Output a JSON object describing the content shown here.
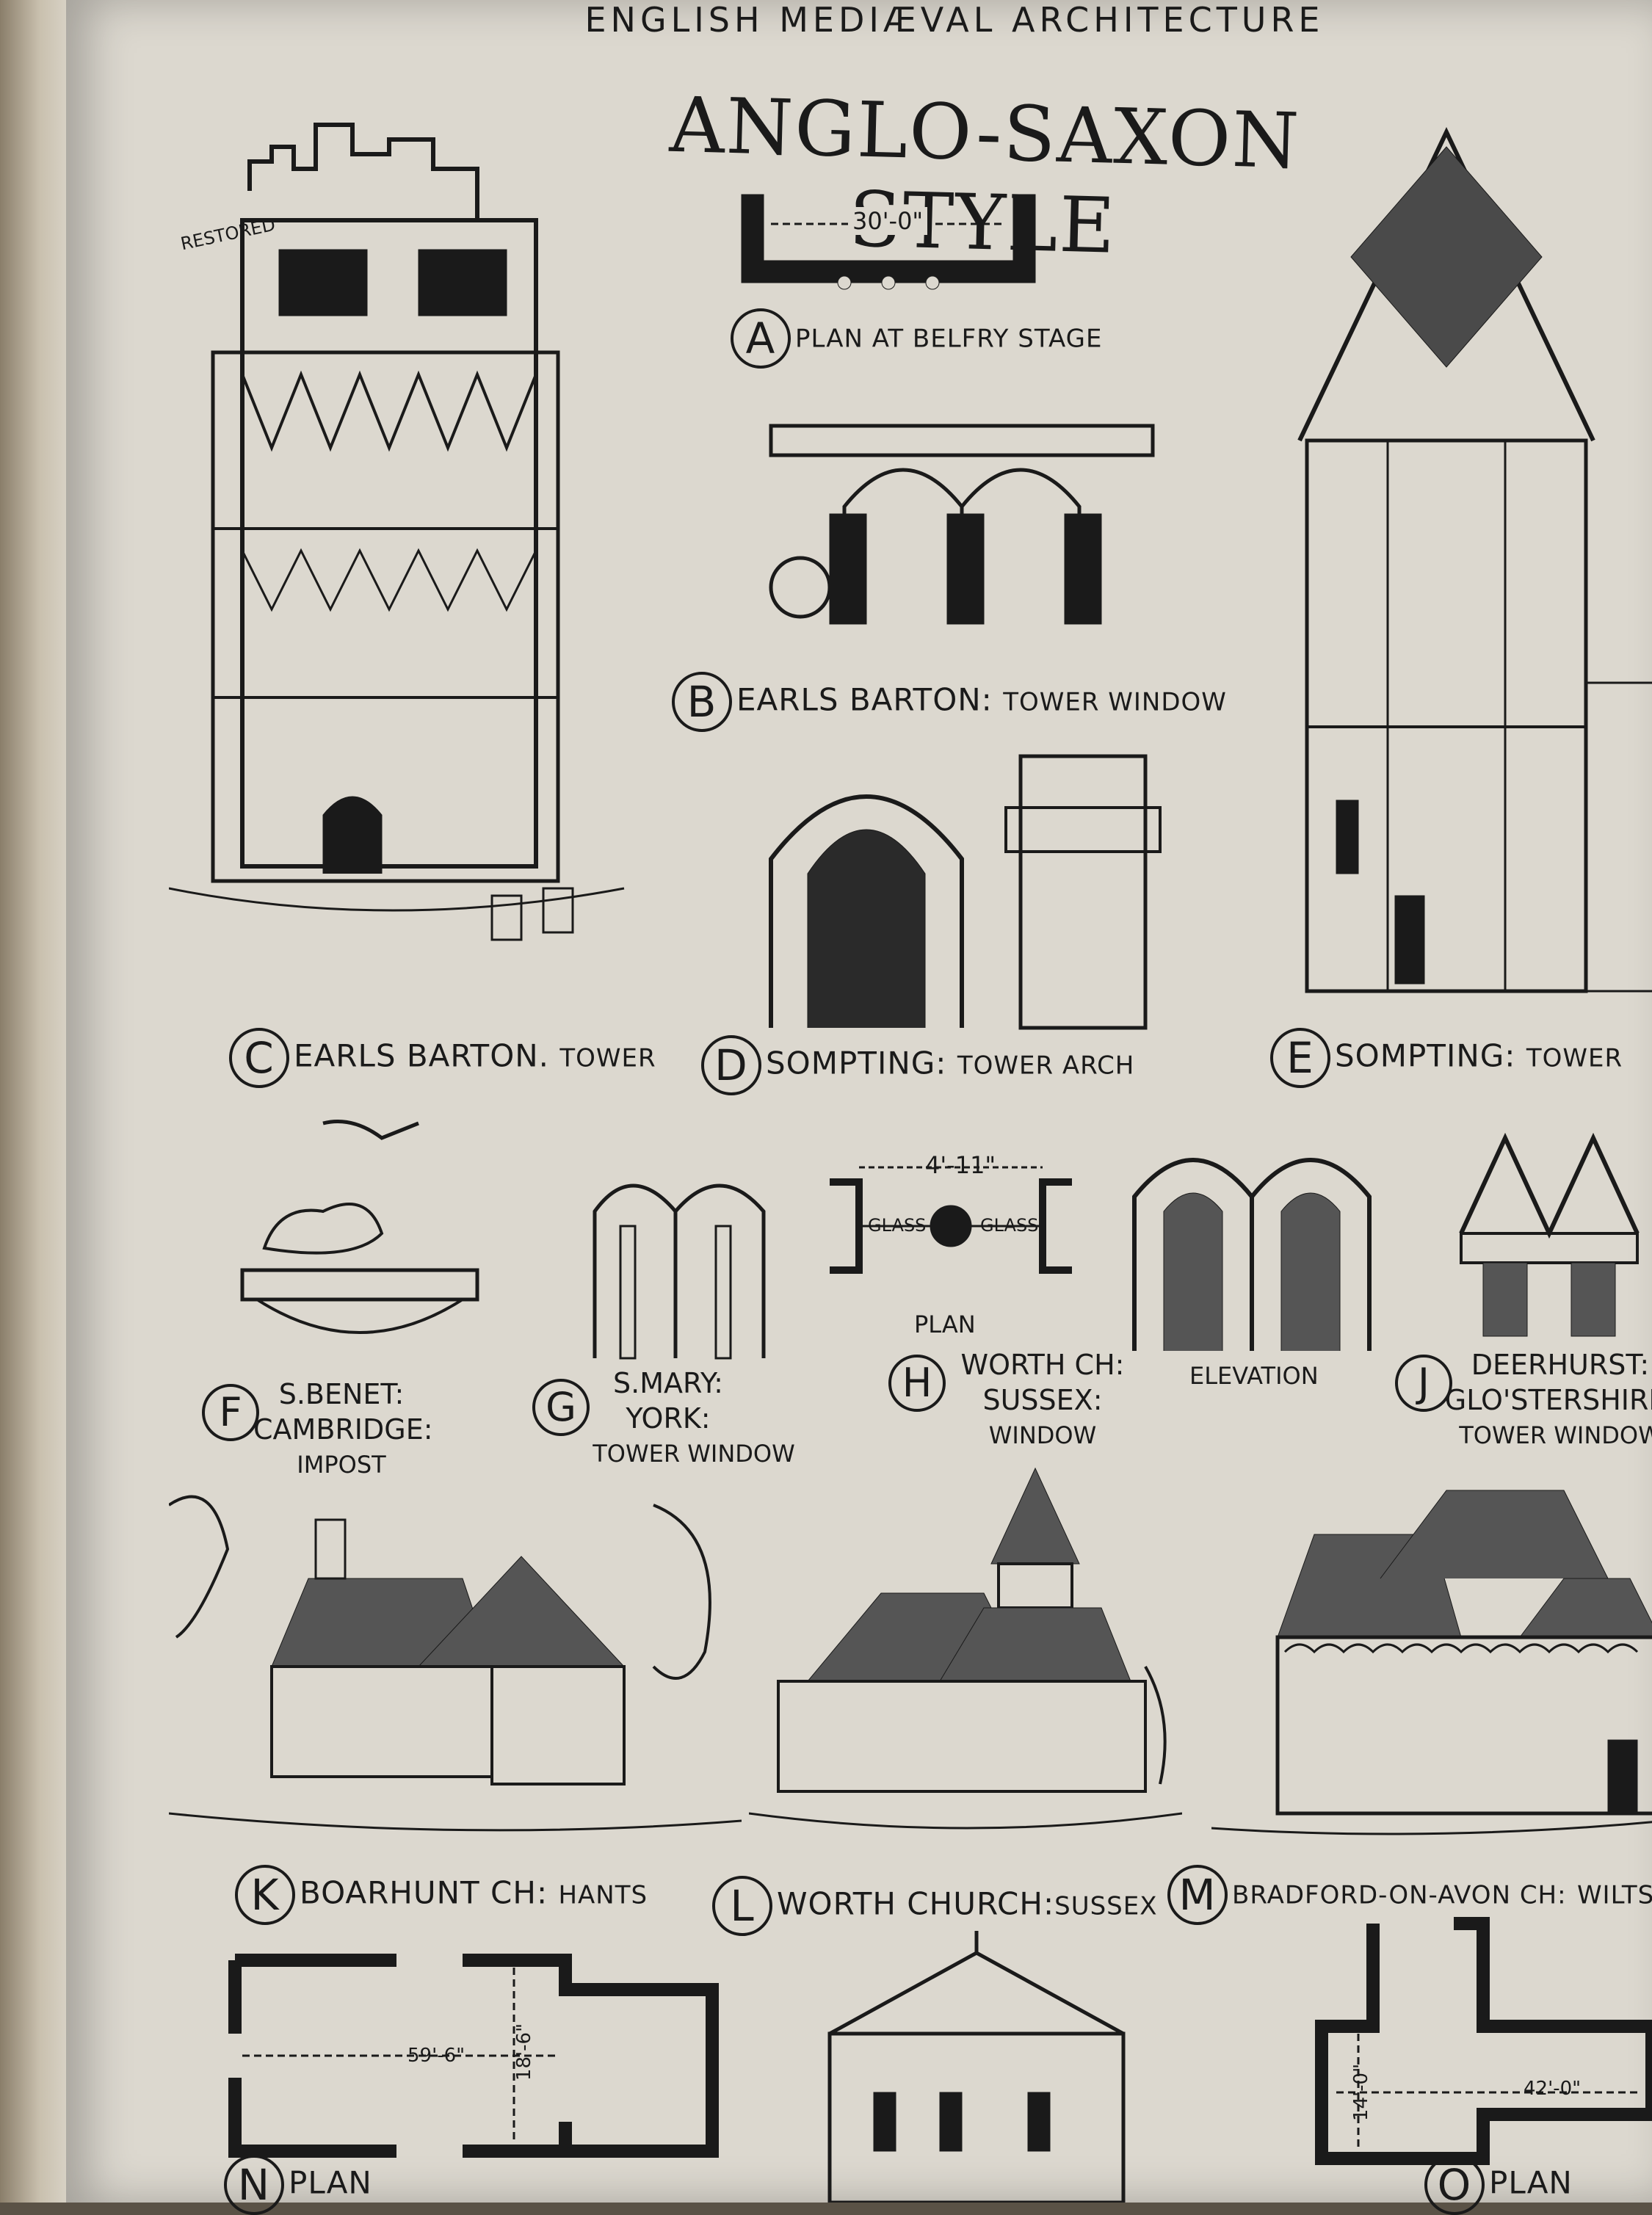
{
  "header": "ENGLISH MEDIÆVAL ARCHITECTURE",
  "title": "ANGLO-SAXON STYLE",
  "annotations": {
    "restored": "RESTORED",
    "dim_a": "30'-0\"",
    "dim_h": "4'-11\"",
    "glass_left": "GLASS",
    "glass_right": "GLASS",
    "plan_h": "PLAN",
    "elevation_h": "ELEVATION",
    "dim_n_length": "59'-6\"",
    "dim_n_width": "18'-6\"",
    "dim_o_length": "42'-0\"",
    "dim_o_width": "14'-0\""
  },
  "captions": {
    "A": {
      "letter": "A",
      "text": "PLAN AT BELFRY STAGE"
    },
    "B": {
      "letter": "B",
      "main": "EARLS BARTON:",
      "sub": "TOWER WINDOW"
    },
    "C": {
      "letter": "C",
      "main": "EARLS BARTON.",
      "sub": "TOWER"
    },
    "D": {
      "letter": "D",
      "main": "SOMPTING:",
      "sub": "TOWER ARCH"
    },
    "E": {
      "letter": "E",
      "main": "SOMPTING:",
      "sub": "TOWER"
    },
    "F": {
      "letter": "F",
      "line1": "S.BENET:",
      "line2": "CAMBRIDGE:",
      "line3": "IMPOST"
    },
    "G": {
      "letter": "G",
      "line1": "S.MARY:",
      "line2": "YORK:",
      "line3": "TOWER WINDOW"
    },
    "H": {
      "letter": "H",
      "line1": "WORTH CH:",
      "line2": "SUSSEX:",
      "line3": "WINDOW"
    },
    "J": {
      "letter": "J",
      "line1": "DEERHURST:",
      "line2": "GLO'STERSHIRE:",
      "line3": "TOWER WINDOW"
    },
    "K": {
      "letter": "K",
      "main": "BOARHUNT CH:",
      "sub": "HANTS"
    },
    "L": {
      "letter": "L",
      "main": "WORTH CHURCH:",
      "sub": "SUSSEX"
    },
    "M": {
      "letter": "M",
      "main": "BRADFORD-ON-AVON CH:",
      "sub": "WILTS"
    },
    "N": {
      "letter": "N",
      "text": "PLAN"
    },
    "O": {
      "letter": "O",
      "text": "PLAN"
    }
  }
}
